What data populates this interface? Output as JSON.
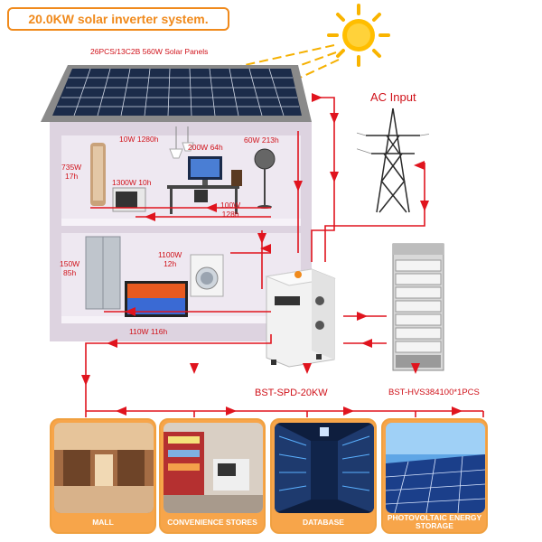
{
  "title": "20.0KW solar inverter system.",
  "panels_caption": "26PCS/13C2B 560W Solar Panels",
  "ac_input": "AC Input",
  "inverter_label": "BST-SPD-20KW",
  "battery_label": "BST-HVS384100*1PCS",
  "loads": {
    "lamp": [
      "10W 1280h"
    ],
    "computer": [
      "200W 64h"
    ],
    "fan": [
      "60W 213h"
    ],
    "ac_unit": [
      "735W",
      "17h"
    ],
    "microwave": [
      "1300W 10h"
    ],
    "speaker": [
      "100W",
      "128h"
    ],
    "fridge": [
      "150W",
      "85h"
    ],
    "washer": [
      "1100W",
      "12h"
    ],
    "tv": [
      "110W 116h"
    ]
  },
  "applications": [
    {
      "label": "MALL"
    },
    {
      "label": "CONVENIENCE STORES"
    },
    {
      "label": "DATABASE"
    },
    {
      "label": "PHOTOVOLTAIC ENERGY STORAGE"
    }
  ],
  "colors": {
    "accent": "#f08a1c",
    "wire": "#e0141e",
    "house": "#ddd3e0",
    "card": "#f7a54a"
  },
  "icons": [
    "sun-icon",
    "pylon-icon"
  ]
}
